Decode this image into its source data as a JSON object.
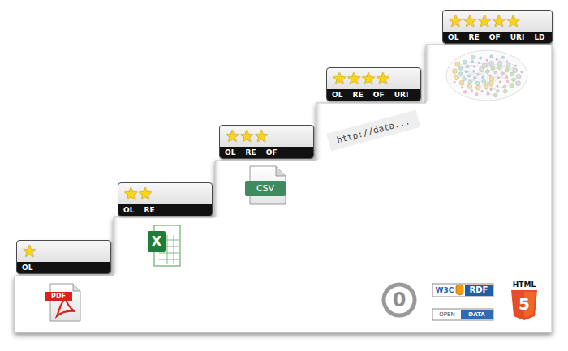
{
  "diagram": {
    "nodes": [
      {
        "text": [
          "★",
          "OL"
        ]
      },
      {
        "text": [
          "★★",
          "OL RE"
        ]
      },
      {
        "text": [
          "★★★",
          "OL RE OF"
        ]
      },
      {
        "text": [
          "★★★★",
          "OL RE OF URI"
        ]
      },
      {
        "text": [
          "★★★★★",
          "OL RE OF URI LD"
        ]
      }
    ],
    "labels": [
      "PDF",
      "X",
      "CSV",
      "http://data...",
      "0",
      "W3C",
      "RDF",
      "OPEN",
      "DATA",
      "HTML",
      "5"
    ]
  }
}
